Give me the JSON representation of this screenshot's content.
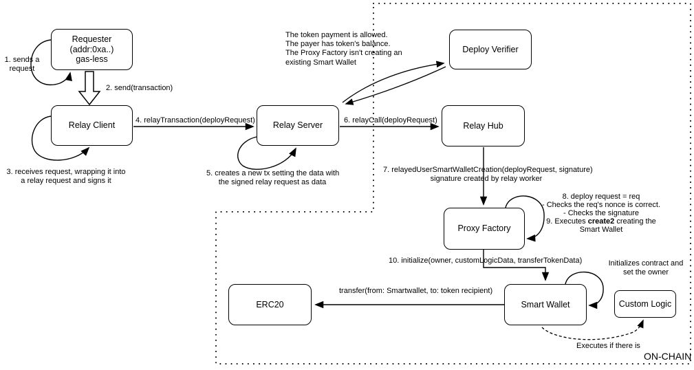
{
  "diagram": {
    "nodes": {
      "requester": {
        "lines": [
          "Requester",
          "(addr:0xa..)",
          "gas-less"
        ]
      },
      "relay_client": {
        "label": "Relay Client"
      },
      "relay_server": {
        "label": "Relay Server"
      },
      "deploy_verifier": {
        "label": "Deploy Verifier"
      },
      "relay_hub": {
        "label": "Relay Hub"
      },
      "proxy_factory": {
        "label": "Proxy Factory"
      },
      "smart_wallet": {
        "label": "Smart Wallet"
      },
      "custom_logic": {
        "label": "Custom Logic"
      },
      "erc20": {
        "label": "ERC20"
      }
    },
    "notes": {
      "step1": [
        "1. sends a",
        "request"
      ],
      "step2": "2. send(transaction)",
      "step3": [
        "3. receives request, wrapping it into",
        "a relay request and signs it"
      ],
      "step4": "4. relayTransaction(deployRequest)",
      "step5": [
        "5. creates a new tx setting the data with",
        "the signed relay request as data"
      ],
      "step6": "6. relayCall(deployRequest)",
      "verifier_checks": [
        "The token payment is allowed.",
        "The payer has token's balance.",
        "The Proxy Factory isn't creating an",
        "existing Smart Wallet"
      ],
      "step7": [
        "7. relayedUserSmartWalletCreation(deployRequest, signature)",
        "signature created by relay worker"
      ],
      "step8_9": {
        "line1": "8. deploy request = req",
        "line2": "- Checks the req's nonce is correct.",
        "line3": "- Checks the signature",
        "line4_prefix": "9. Executes ",
        "line4_bold": "create2",
        "line4_suffix": " creating the",
        "line5": "Smart Wallet"
      },
      "step10": "10. initialize(owner, customLogicData, transferTokenData)",
      "init_contract": [
        "Initializes contract and",
        "set the owner"
      ],
      "transfer": "transfer(from: Smartwallet, to: token recipient)",
      "executes_if": "Executes if there is",
      "onchain_label": "ON-CHAIN"
    },
    "colors": {
      "stroke": "#000000",
      "background": "#ffffff"
    }
  }
}
